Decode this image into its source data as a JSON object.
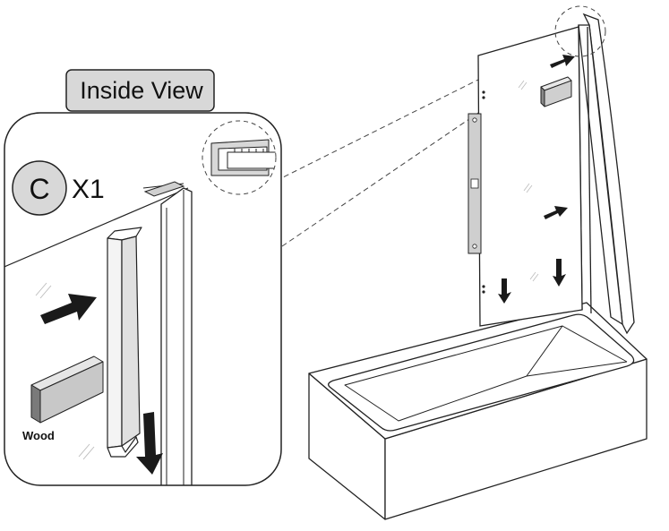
{
  "header_label": "Inside View",
  "part": {
    "letter": "C",
    "quantity": "X1"
  },
  "material_label": "Wood"
}
